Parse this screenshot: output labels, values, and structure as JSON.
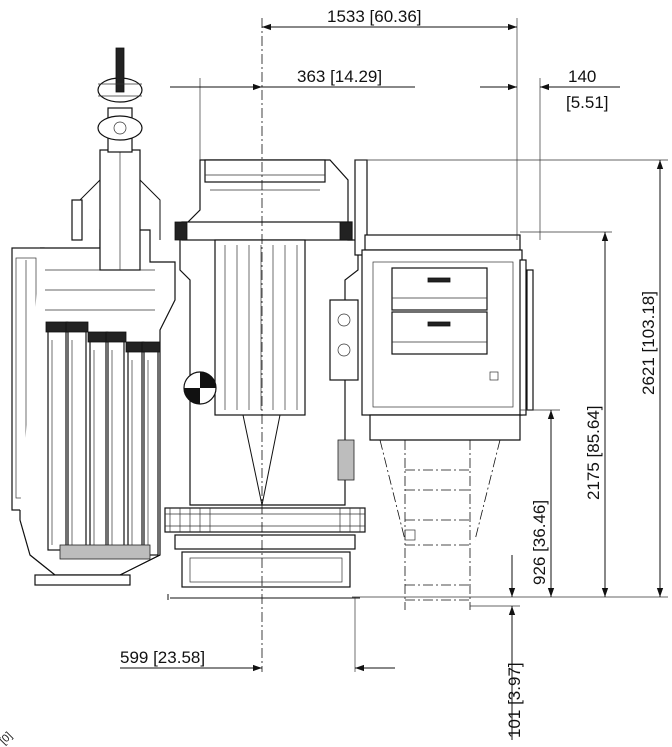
{
  "dimensions": {
    "top_overall": "1533  [60.36]",
    "top_offset": "363  [14.29]",
    "top_right": "140",
    "top_right_inch": "[5.51]",
    "right_total": "2621  [103.18]",
    "right_middle": "2175  [85.64]",
    "right_lower": "926  [36.46]",
    "bottom_left": "599  [23.58]",
    "bottom_small": "101  [3.97]"
  },
  "corner_text": "[0]"
}
